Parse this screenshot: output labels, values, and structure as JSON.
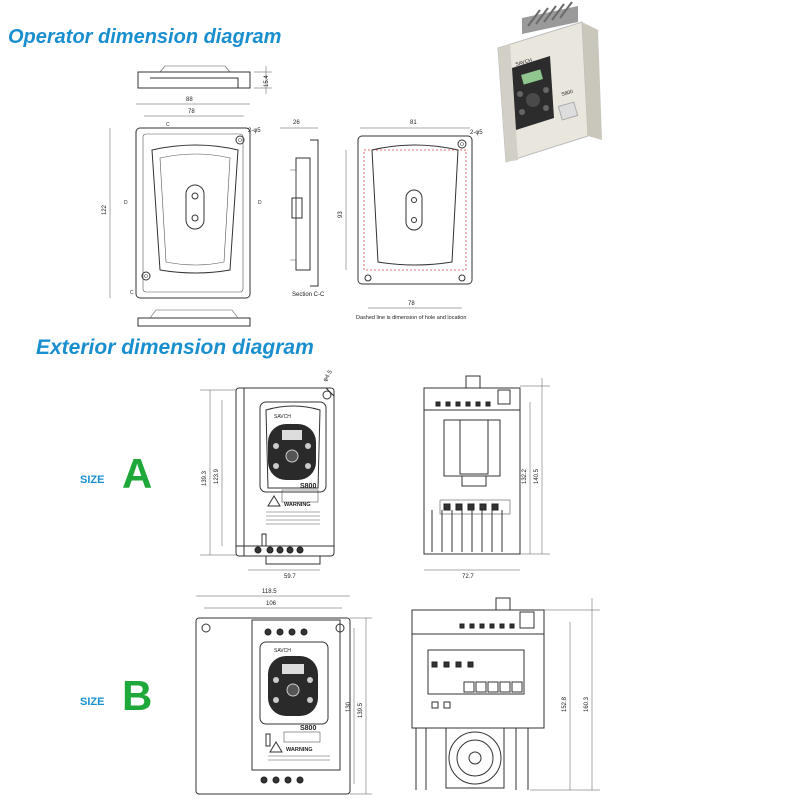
{
  "headings": {
    "operator": "Operator dimension diagram",
    "exterior": "Exterior dimension diagram"
  },
  "operator_dims": {
    "top_height": "15.4",
    "outer_width": "88",
    "inner_width": "78",
    "height": "122",
    "hole": "2-φ5",
    "side_depth": "26",
    "cutout_width": "81",
    "cutout_height": "93",
    "cutout_hole_spacing": "78",
    "hole2": "2-φ5",
    "label_c": "C",
    "label_d": "D",
    "section": "Section C-C",
    "note": "Dashed line is dimension of hole and location"
  },
  "size_a": {
    "size_word": "SIZE",
    "letter": "A",
    "hole": "φ4.5",
    "height_outer": "139.3",
    "height_inner": "123.9",
    "width": "59.7",
    "side_height_inner": "132.2",
    "side_height_outer": "140.5",
    "depth": "72.7",
    "model": "S800",
    "warning": "WARNING",
    "brand": "SAVCH"
  },
  "size_b": {
    "size_word": "SIZE",
    "letter": "B",
    "width_outer": "118.5",
    "width_inner": "106",
    "height_inner": "130",
    "height_outer": "139.5",
    "side_height_inner": "152.8",
    "side_height_outer": "160.3",
    "model": "S800",
    "warning": "WARNING",
    "brand": "SAVCH"
  },
  "product_photo": {
    "model": "S800",
    "brand": "SAVCH"
  }
}
